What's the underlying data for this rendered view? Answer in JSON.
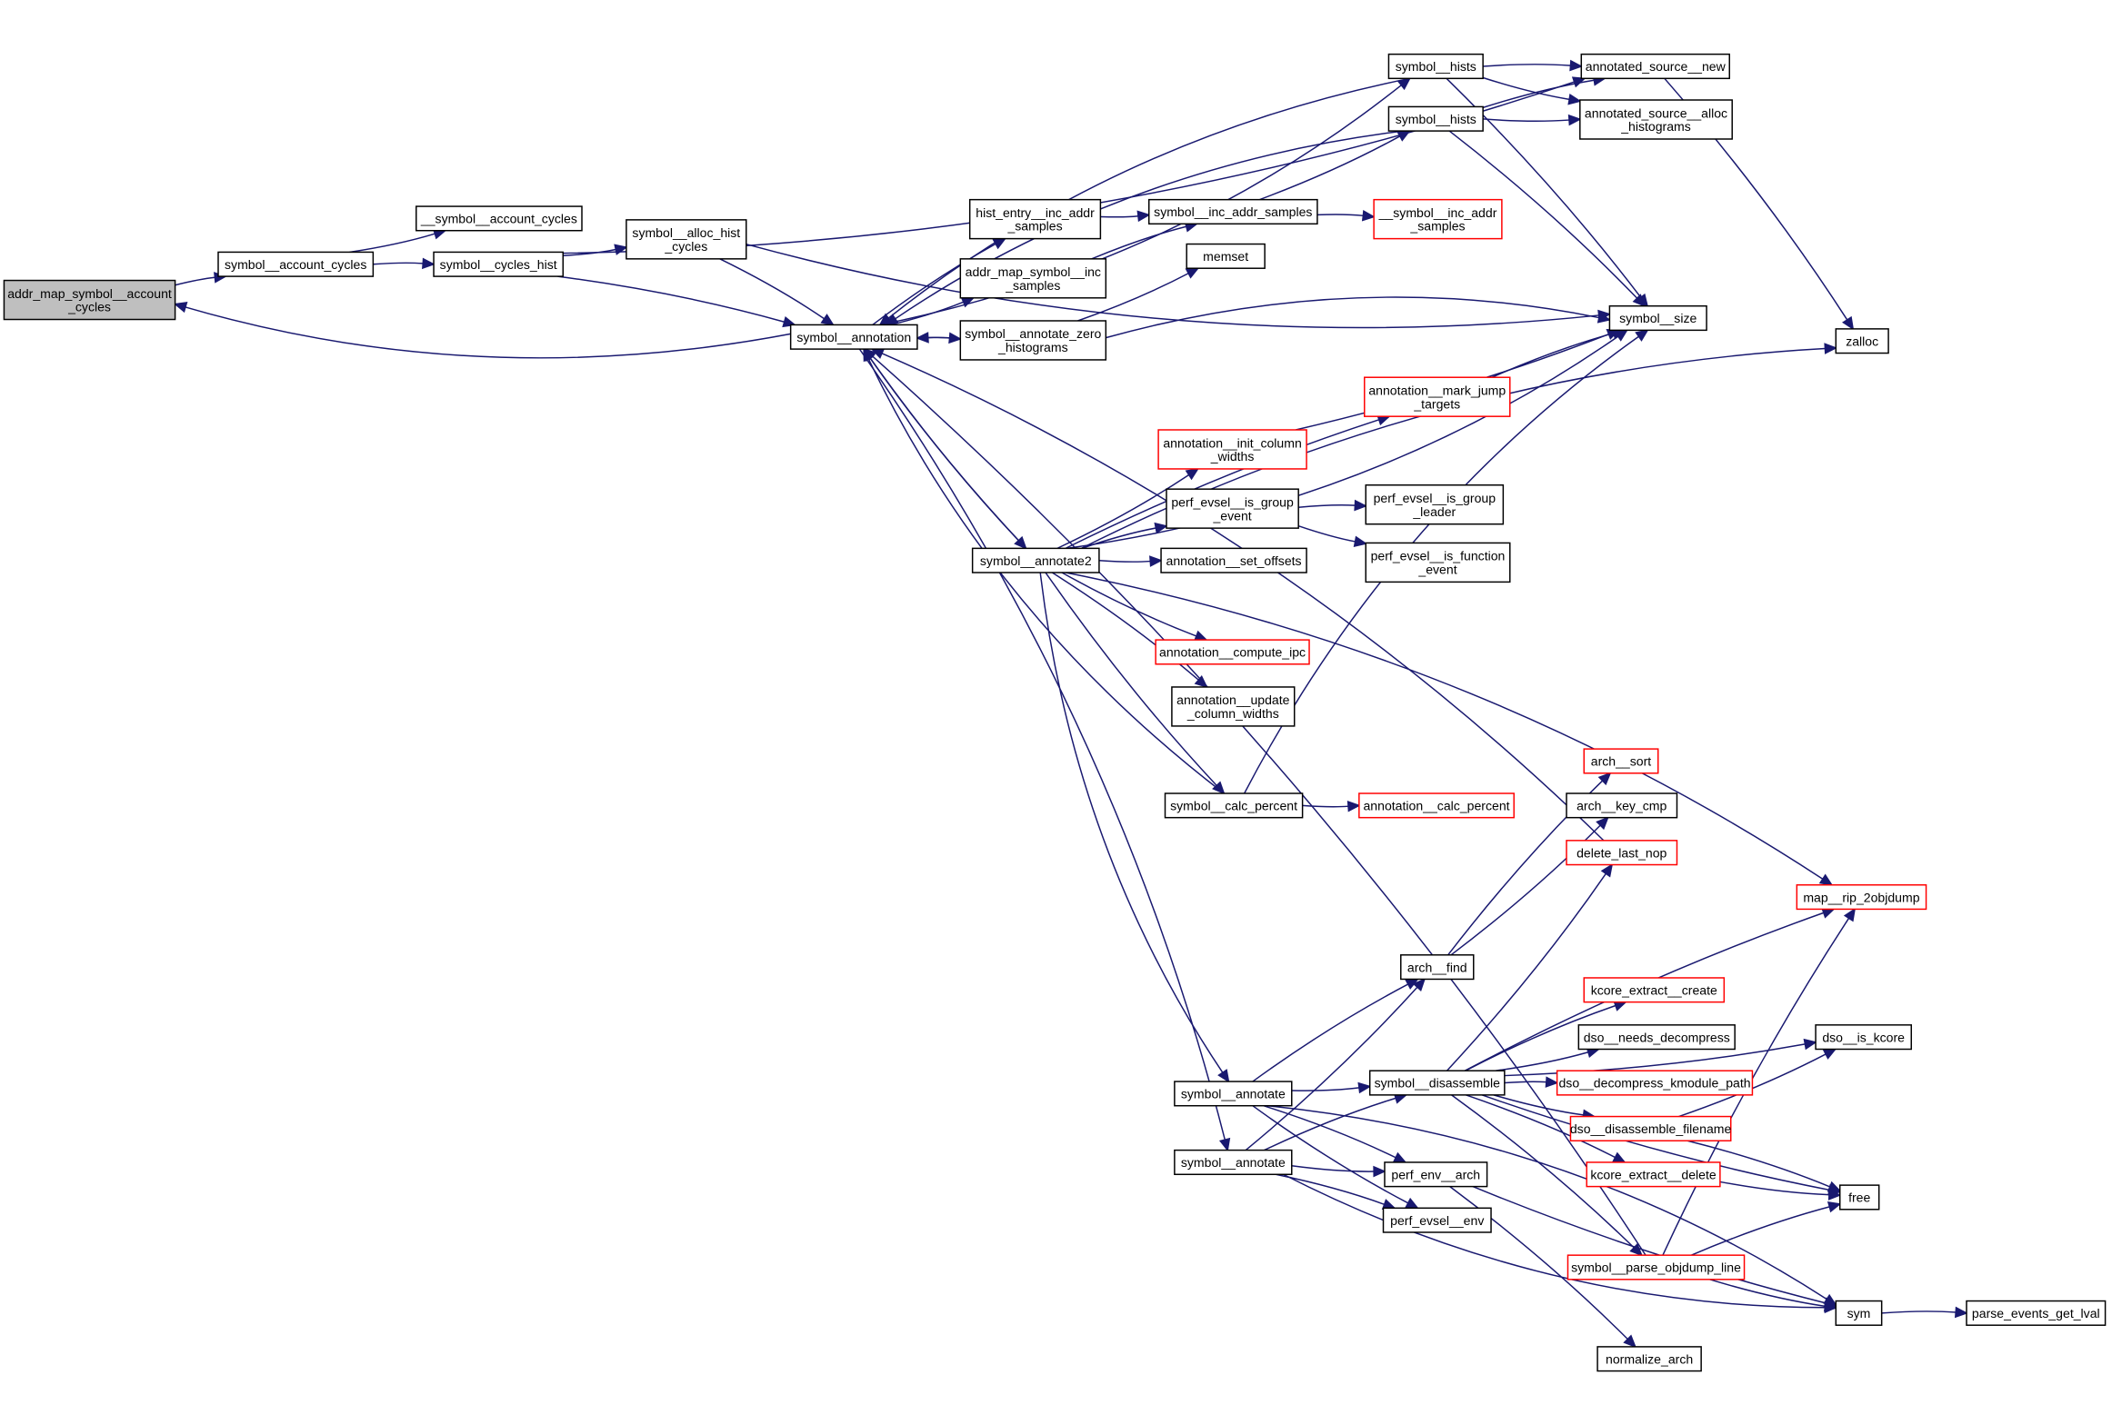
{
  "diagram": {
    "title": "Call graph for addr_map_symbol__account_cycles",
    "colors": {
      "edge": "#191970",
      "root_fill": "#bfbfbf",
      "node_border": "#000000",
      "undocumented_border": "#ff0000",
      "background": "#ffffff"
    },
    "nodes": [
      {
        "id": "n_root",
        "label": [
          "addr_map_symbol__account",
          "_cycles"
        ],
        "style": "root"
      },
      {
        "id": "n_sac",
        "label": [
          "symbol__account_cycles"
        ],
        "style": "normal"
      },
      {
        "id": "n__sac",
        "label": [
          "__symbol__account_cycles"
        ],
        "style": "normal"
      },
      {
        "id": "n_sch",
        "label": [
          "symbol__cycles_hist"
        ],
        "style": "normal"
      },
      {
        "id": "n_sahc",
        "label": [
          "symbol__alloc_hist",
          "_cycles"
        ],
        "style": "normal"
      },
      {
        "id": "n_sann",
        "label": [
          "symbol__annotation"
        ],
        "style": "normal"
      },
      {
        "id": "n_hists1",
        "label": [
          "symbol__hists"
        ],
        "style": "normal"
      },
      {
        "id": "n_hists2",
        "label": [
          "symbol__hists"
        ],
        "style": "normal"
      },
      {
        "id": "n_asn",
        "label": [
          "annotated_source__new"
        ],
        "style": "normal"
      },
      {
        "id": "n_asah",
        "label": [
          "annotated_source__alloc",
          "_histograms"
        ],
        "style": "normal"
      },
      {
        "id": "n_heias",
        "label": [
          "hist_entry__inc_addr",
          "_samples"
        ],
        "style": "normal"
      },
      {
        "id": "n_sias",
        "label": [
          "symbol__inc_addr_samples"
        ],
        "style": "normal"
      },
      {
        "id": "n__sias",
        "label": [
          "__symbol__inc_addr",
          "_samples"
        ],
        "style": "undocumented"
      },
      {
        "id": "n_amsis",
        "label": [
          "addr_map_symbol__inc",
          "_samples"
        ],
        "style": "normal"
      },
      {
        "id": "n_memset",
        "label": [
          "memset"
        ],
        "style": "normal"
      },
      {
        "id": "n_sazh",
        "label": [
          "symbol__annotate_zero",
          "_histograms"
        ],
        "style": "normal"
      },
      {
        "id": "n_ssize",
        "label": [
          "symbol__size"
        ],
        "style": "normal"
      },
      {
        "id": "n_zalloc",
        "label": [
          "zalloc"
        ],
        "style": "normal"
      },
      {
        "id": "n_amjt",
        "label": [
          "annotation__mark_jump",
          "_targets"
        ],
        "style": "undocumented"
      },
      {
        "id": "n_aicw",
        "label": [
          "annotation__init_column",
          "_widths"
        ],
        "style": "undocumented"
      },
      {
        "id": "n_peige",
        "label": [
          "perf_evsel__is_group",
          "_event"
        ],
        "style": "normal"
      },
      {
        "id": "n_peigl",
        "label": [
          "perf_evsel__is_group",
          "_leader"
        ],
        "style": "normal"
      },
      {
        "id": "n_peife",
        "label": [
          "perf_evsel__is_function",
          "_event"
        ],
        "style": "normal"
      },
      {
        "id": "n_sa2",
        "label": [
          "symbol__annotate2"
        ],
        "style": "normal"
      },
      {
        "id": "n_aso",
        "label": [
          "annotation__set_offsets"
        ],
        "style": "normal"
      },
      {
        "id": "n_aci",
        "label": [
          "annotation__compute_ipc"
        ],
        "style": "undocumented"
      },
      {
        "id": "n_aucw",
        "label": [
          "annotation__update",
          "_column_widths"
        ],
        "style": "normal"
      },
      {
        "id": "n_scp",
        "label": [
          "symbol__calc_percent"
        ],
        "style": "normal"
      },
      {
        "id": "n_acp",
        "label": [
          "annotation__calc_percent"
        ],
        "style": "undocumented"
      },
      {
        "id": "n_asort",
        "label": [
          "arch__sort"
        ],
        "style": "undocumented"
      },
      {
        "id": "n_akc",
        "label": [
          "arch__key_cmp"
        ],
        "style": "normal"
      },
      {
        "id": "n_dln",
        "label": [
          "delete_last_nop"
        ],
        "style": "undocumented"
      },
      {
        "id": "n_mr2o",
        "label": [
          "map__rip_2objdump"
        ],
        "style": "undocumented"
      },
      {
        "id": "n_afind",
        "label": [
          "arch__find"
        ],
        "style": "normal"
      },
      {
        "id": "n_kec",
        "label": [
          "kcore_extract__create"
        ],
        "style": "undocumented"
      },
      {
        "id": "n_dnd",
        "label": [
          "dso__needs_decompress"
        ],
        "style": "normal"
      },
      {
        "id": "n_dik",
        "label": [
          "dso__is_kcore"
        ],
        "style": "normal"
      },
      {
        "id": "n_sann1",
        "label": [
          "symbol__annotate"
        ],
        "style": "normal"
      },
      {
        "id": "n_sdis",
        "label": [
          "symbol__disassemble"
        ],
        "style": "normal"
      },
      {
        "id": "n_ddkp",
        "label": [
          "dso__decompress_kmodule_path"
        ],
        "style": "undocumented"
      },
      {
        "id": "n_ddf",
        "label": [
          "dso__disassemble_filename"
        ],
        "style": "undocumented"
      },
      {
        "id": "n_sann2",
        "label": [
          "symbol__annotate"
        ],
        "style": "normal"
      },
      {
        "id": "n_pea",
        "label": [
          "perf_env__arch"
        ],
        "style": "normal"
      },
      {
        "id": "n_ked",
        "label": [
          "kcore_extract__delete"
        ],
        "style": "undocumented"
      },
      {
        "id": "n_free",
        "label": [
          "free"
        ],
        "style": "normal"
      },
      {
        "id": "n_pee",
        "label": [
          "perf_evsel__env"
        ],
        "style": "normal"
      },
      {
        "id": "n_spol",
        "label": [
          "symbol__parse_objdump_line"
        ],
        "style": "undocumented"
      },
      {
        "id": "n_sym",
        "label": [
          "sym"
        ],
        "style": "normal"
      },
      {
        "id": "n_pegl",
        "label": [
          "parse_events_get_lval"
        ],
        "style": "normal"
      },
      {
        "id": "n_narch",
        "label": [
          "normalize_arch"
        ],
        "style": "normal"
      }
    ],
    "edges": [
      [
        "n_root",
        "n_sac"
      ],
      [
        "n_sac",
        "n__sac"
      ],
      [
        "n_sac",
        "n_sch"
      ],
      [
        "n_sch",
        "n_sahc"
      ],
      [
        "n_sch",
        "n_sann"
      ],
      [
        "n_sch",
        "n_asn"
      ],
      [
        "n_sahc",
        "n_sann"
      ],
      [
        "n_sahc",
        "n_ssize"
      ],
      [
        "n_sann",
        "n_root"
      ],
      [
        "n_sann",
        "n_hists1"
      ],
      [
        "n_sann",
        "n_heias"
      ],
      [
        "n_sann",
        "n_amsis"
      ],
      [
        "n_sann",
        "n_sazh"
      ],
      [
        "n_sann",
        "n_sa2"
      ],
      [
        "n_hists1",
        "n_asn"
      ],
      [
        "n_hists1",
        "n_asah"
      ],
      [
        "n_hists1",
        "n_ssize"
      ],
      [
        "n_hists1",
        "n_sann"
      ],
      [
        "n_hists2",
        "n_asn"
      ],
      [
        "n_hists2",
        "n_asah"
      ],
      [
        "n_hists2",
        "n_ssize"
      ],
      [
        "n_hists2",
        "n_sann"
      ],
      [
        "n_asn",
        "n_zalloc"
      ],
      [
        "n_heias",
        "n_sias"
      ],
      [
        "n_amsis",
        "n_sias"
      ],
      [
        "n_sias",
        "n_hists2"
      ],
      [
        "n_sias",
        "n__sias"
      ],
      [
        "n_sazh",
        "n_memset"
      ],
      [
        "n_sazh",
        "n_ssize"
      ],
      [
        "n_sazh",
        "n_sann"
      ],
      [
        "n_sa2",
        "n_sann"
      ],
      [
        "n_sa2",
        "n_ssize"
      ],
      [
        "n_sa2",
        "n_amjt"
      ],
      [
        "n_sa2",
        "n_aicw"
      ],
      [
        "n_sa2",
        "n_peige"
      ],
      [
        "n_sa2",
        "n_aso"
      ],
      [
        "n_sa2",
        "n_zalloc"
      ],
      [
        "n_sa2",
        "n_aci"
      ],
      [
        "n_sa2",
        "n_aucw"
      ],
      [
        "n_sa2",
        "n_scp"
      ],
      [
        "n_sa2",
        "n_mr2o"
      ],
      [
        "n_sa2",
        "n_sann1"
      ],
      [
        "n_amjt",
        "n_ssize"
      ],
      [
        "n_aicw",
        "n_ssize"
      ],
      [
        "n_peige",
        "n_peigl"
      ],
      [
        "n_peige",
        "n_peife"
      ],
      [
        "n_scp",
        "n_ssize"
      ],
      [
        "n_scp",
        "n_acp"
      ],
      [
        "n_scp",
        "n_sann"
      ],
      [
        "n_dln",
        "n_sann"
      ],
      [
        "n_afind",
        "n_asort"
      ],
      [
        "n_afind",
        "n_akc"
      ],
      [
        "n_sann1",
        "n_afind"
      ],
      [
        "n_sann1",
        "n_sdis"
      ],
      [
        "n_sann1",
        "n_pea"
      ],
      [
        "n_sann1",
        "n_pee"
      ],
      [
        "n_sann1",
        "n_sym"
      ],
      [
        "n_sann2",
        "n_afind"
      ],
      [
        "n_sann2",
        "n_sdis"
      ],
      [
        "n_sann2",
        "n_pea"
      ],
      [
        "n_sann2",
        "n_pee"
      ],
      [
        "n_sann2",
        "n_sym"
      ],
      [
        "n_sann",
        "n_sann2"
      ],
      [
        "n_sdis",
        "n_dln"
      ],
      [
        "n_sdis",
        "n_mr2o"
      ],
      [
        "n_sdis",
        "n_dik"
      ],
      [
        "n_sdis",
        "n_kec"
      ],
      [
        "n_sdis",
        "n_dnd"
      ],
      [
        "n_sdis",
        "n_ddkp"
      ],
      [
        "n_sdis",
        "n_ddf"
      ],
      [
        "n_sdis",
        "n_ked"
      ],
      [
        "n_sdis",
        "n_free"
      ],
      [
        "n_sdis",
        "n_spol"
      ],
      [
        "n_ddf",
        "n_dik"
      ],
      [
        "n_ddf",
        "n_free"
      ],
      [
        "n_ked",
        "n_free"
      ],
      [
        "n_spol",
        "n_free"
      ],
      [
        "n_spol",
        "n_sym"
      ],
      [
        "n_spol",
        "n_mr2o"
      ],
      [
        "n_spol",
        "n_sann"
      ],
      [
        "n_pea",
        "n_narch"
      ],
      [
        "n_pea",
        "n_sym"
      ],
      [
        "n_sym",
        "n_pegl"
      ]
    ]
  }
}
